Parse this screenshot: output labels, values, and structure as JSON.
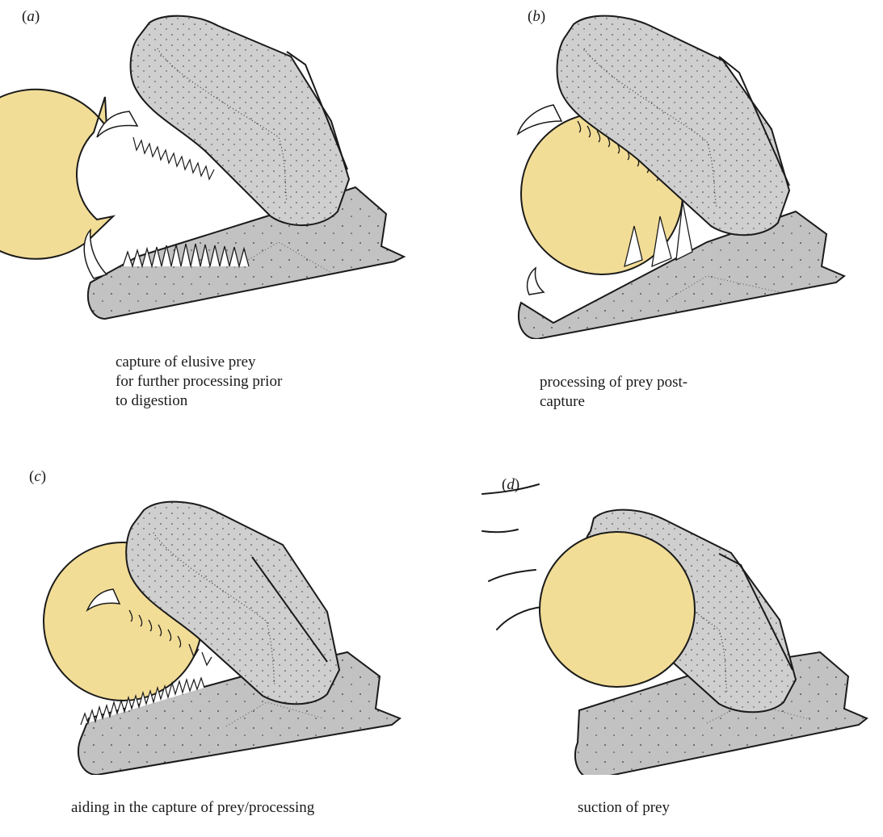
{
  "panels": [
    {
      "label_open": "(",
      "label_letter": "a",
      "label_close": ")",
      "caption_lines": [
        "capture of elusive prey",
        "for further processing prior",
        "to digestion"
      ]
    },
    {
      "label_open": "(",
      "label_letter": "b",
      "label_close": ")",
      "caption_lines": [
        "processing of prey post-",
        "capture"
      ]
    },
    {
      "label_open": "(",
      "label_letter": "c",
      "label_close": ")",
      "caption_lines": [
        "aiding in the capture of prey/processing"
      ]
    },
    {
      "label_open": "(",
      "label_letter": "d",
      "label_close": ")",
      "caption_lines": [
        "suction of prey"
      ]
    }
  ],
  "colors": {
    "upper_jaw": "#cfcfcf",
    "lower_jaw": "#c2c2c2",
    "prey": "#f2dd97",
    "outline": "#1a1a1a",
    "teeth": "#ffffff"
  }
}
